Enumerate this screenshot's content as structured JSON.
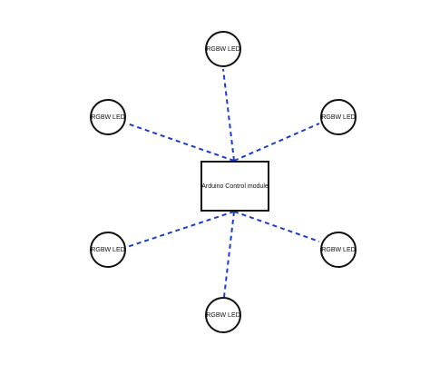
{
  "diagram": {
    "controller": {
      "label": "Arduino Control module"
    },
    "leds": [
      {
        "id": "led-top",
        "label": "RGBW LED"
      },
      {
        "id": "led-left-up",
        "label": "RGBW LED"
      },
      {
        "id": "led-right-up",
        "label": "RGBW LED"
      },
      {
        "id": "led-left-dn",
        "label": "RGBW LED"
      },
      {
        "id": "led-right-dn",
        "label": "RGBW LED"
      },
      {
        "id": "led-bottom",
        "label": "RGBW LED"
      }
    ],
    "colors": {
      "link": "#1a3ccf",
      "outline": "#111111",
      "background": "#ffffff"
    },
    "link_style": "dashed"
  }
}
